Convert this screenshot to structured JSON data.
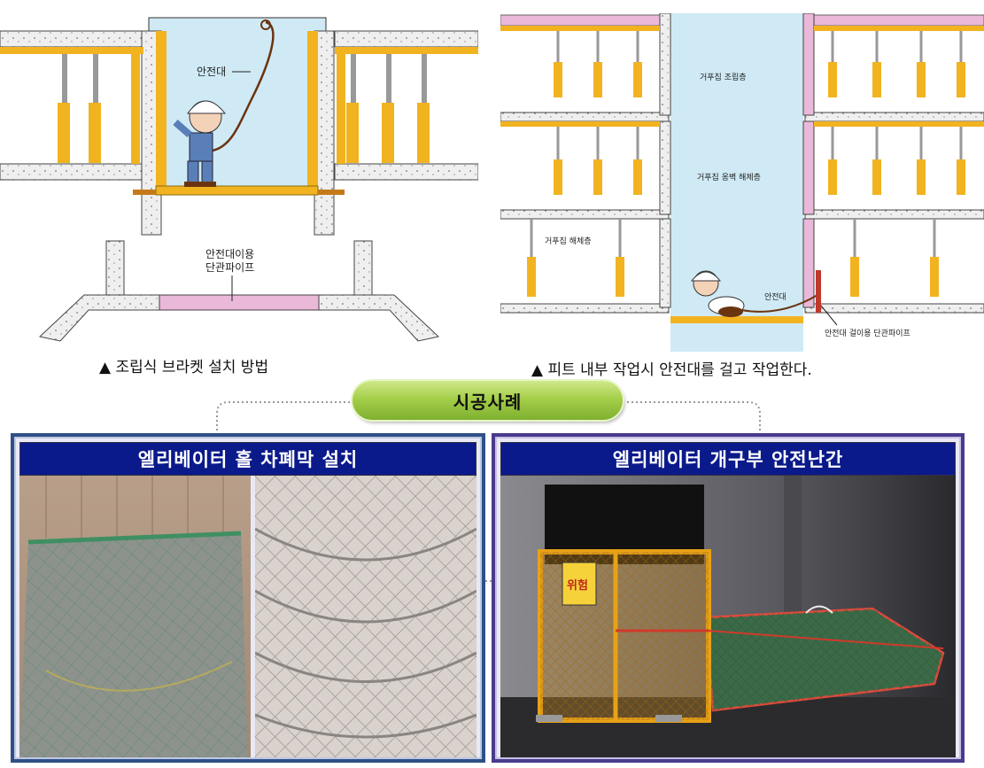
{
  "top_left_diagram": {
    "labels": {
      "safety_belt": "안전대",
      "pipe_line1": "안전대이용",
      "pipe_line2": "단관파이프"
    },
    "caption": "▲ 조립식 브라켓 설치 방법"
  },
  "top_right_diagram": {
    "labels": {
      "form_assembly_floor": "거푸집 조립층",
      "wall_form_dismantle_floor": "거푸집 옹벽 해체층",
      "form_dismantle_floor": "거푸집 해체층",
      "safety_belt": "안전대",
      "belt_pipe": "안전대 걸이용 단관파이프"
    },
    "caption": "▲ 피트 내부 작업시 안전대를 걸고 작업한다."
  },
  "section_title": "시공사례",
  "panels": {
    "left_title": "엘리베이터 홀 차폐막 설치",
    "right_title": "엘리베이터 개구부 안전난간",
    "sign_text": "위험"
  },
  "colors": {
    "formwork_yellow": "#f2b320",
    "pit_fill": "#cfeaf5",
    "pink_pipe": "#eab8d8",
    "panel_bar": "#0b1a8a",
    "pill_green": "#a5cf4a"
  }
}
